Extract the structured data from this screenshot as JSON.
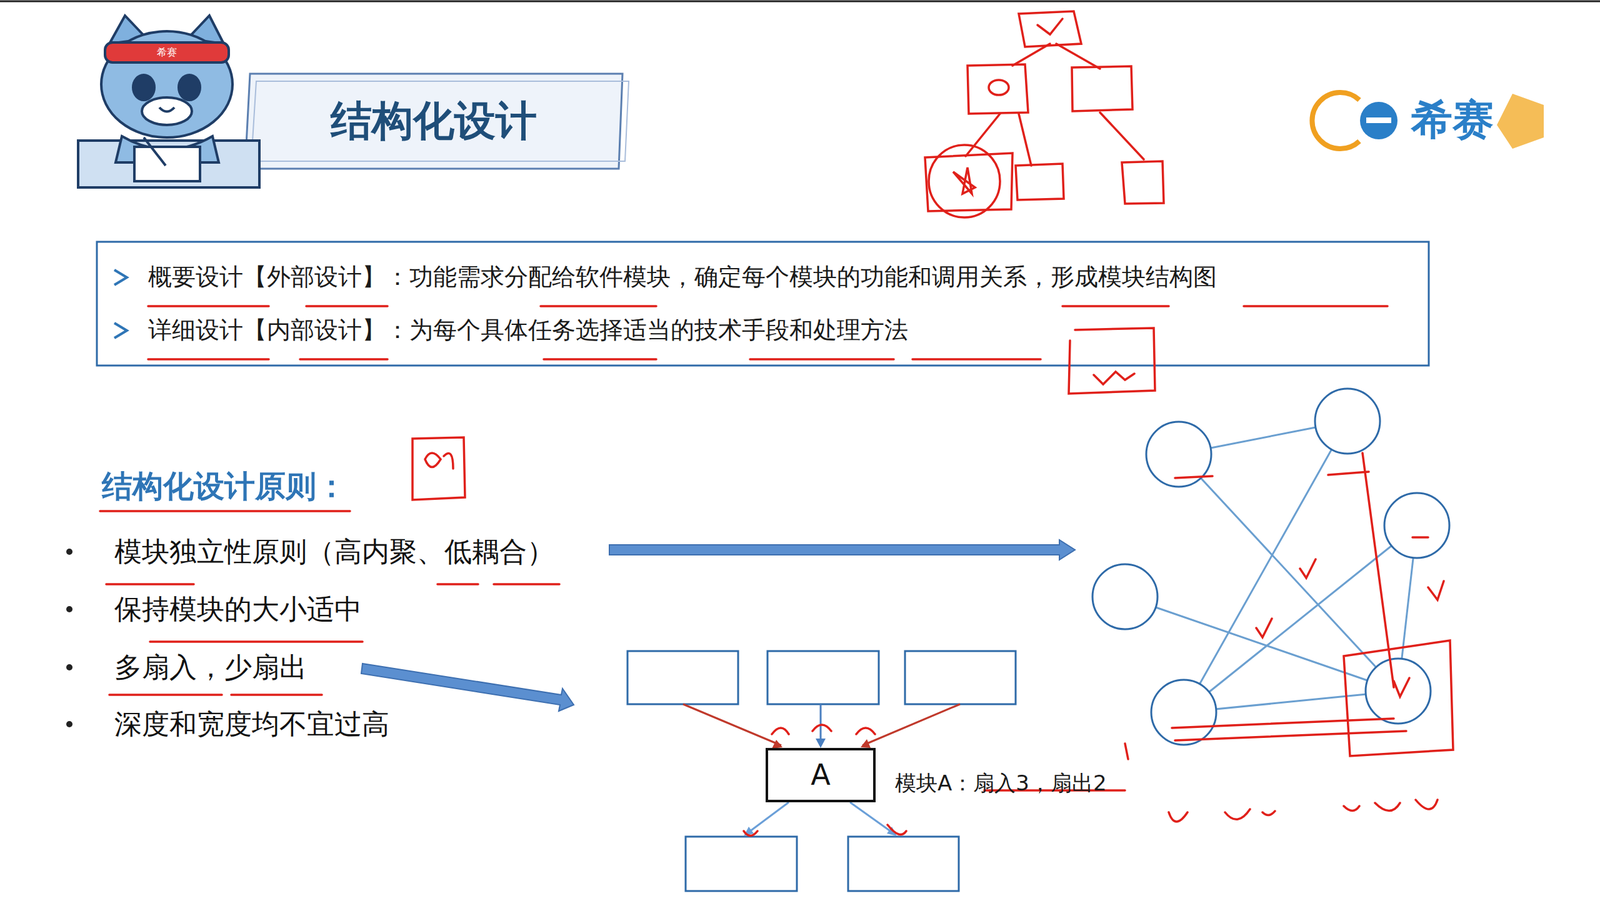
{
  "diagram": {
    "title": "结构化设计",
    "nodes": [
      {
        "text": [
          "概要设计【外部设计】：功能需求分配给软件模块，确定每个模块的功能和调用关系，形成模块结构图",
          "详细设计【内部设计】：为每个具体任务选择适当的技术手段和处理方法"
        ]
      },
      {
        "text": [
          "A"
        ]
      }
    ],
    "labels": [
      "希赛",
      "希赛",
      "结构化设计原则：",
      "模块独立性原则（高内聚、低耦合）",
      "保持模块的大小适中",
      "多扇入，少扇出",
      "深度和宽度均不宜过高",
      "模块A：扇入3，扇出2"
    ]
  }
}
